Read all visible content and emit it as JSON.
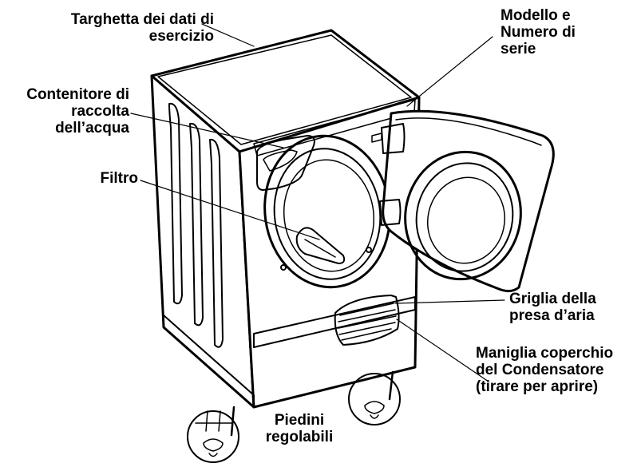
{
  "labels": {
    "rating_plate": [
      "Targhetta dei dati di",
      "esercizio"
    ],
    "model_serial": [
      "Modello e",
      "Numero di",
      "serie"
    ],
    "water_container": [
      "Contenitore di",
      "raccolta",
      "dell’acqua"
    ],
    "filter": [
      "Filtro"
    ],
    "air_intake_grille": [
      "Griglia della",
      "presa d’aria"
    ],
    "condenser_cover_handle": [
      "Maniglia coperchio",
      "del Condensatore",
      "(tirare per aprire)"
    ],
    "adjustable_feet": [
      "Piedini",
      "regolabili"
    ]
  },
  "colors": {
    "line": "#000000",
    "fill": "#ffffff",
    "shade": "#e6e6e6"
  }
}
